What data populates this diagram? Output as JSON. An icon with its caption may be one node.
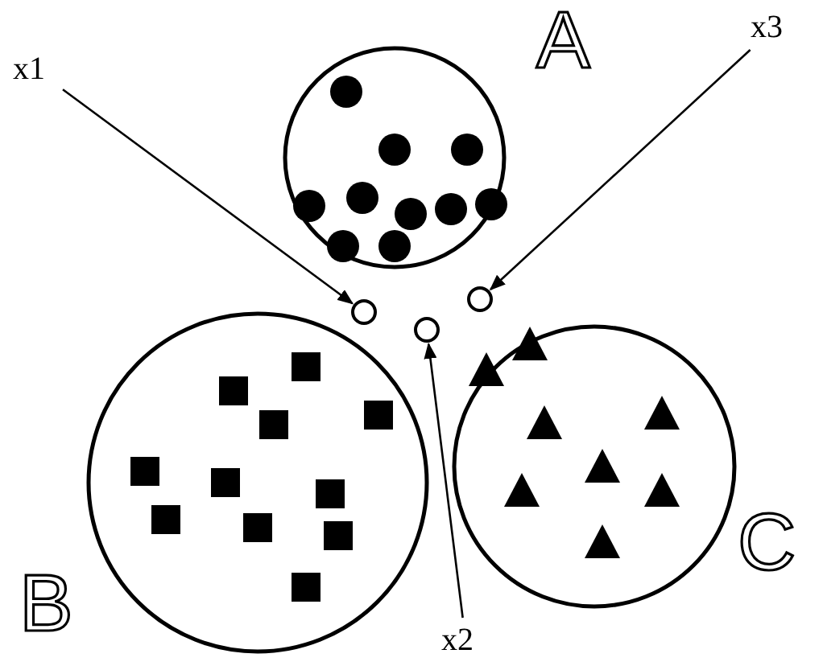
{
  "diagram": {
    "nodes": [
      {
        "text": [
          "A"
        ]
      },
      {
        "text": [
          "B"
        ]
      },
      {
        "text": [
          "C"
        ]
      },
      {
        "text": [
          "x1"
        ]
      },
      {
        "text": [
          "x3"
        ]
      },
      {
        "text": [
          "x2"
        ]
      },
      {
        "text": [],
        "shape": "circle"
      },
      {
        "text": [],
        "shape": "circle"
      },
      {
        "text": [],
        "shape": "circle"
      }
    ],
    "edges": [
      {
        "from": 3,
        "to": 6,
        "arrow": "to"
      },
      {
        "from": 5,
        "to": 7,
        "arrow": "to"
      },
      {
        "from": 4,
        "to": 8,
        "arrow": "to"
      }
    ]
  }
}
